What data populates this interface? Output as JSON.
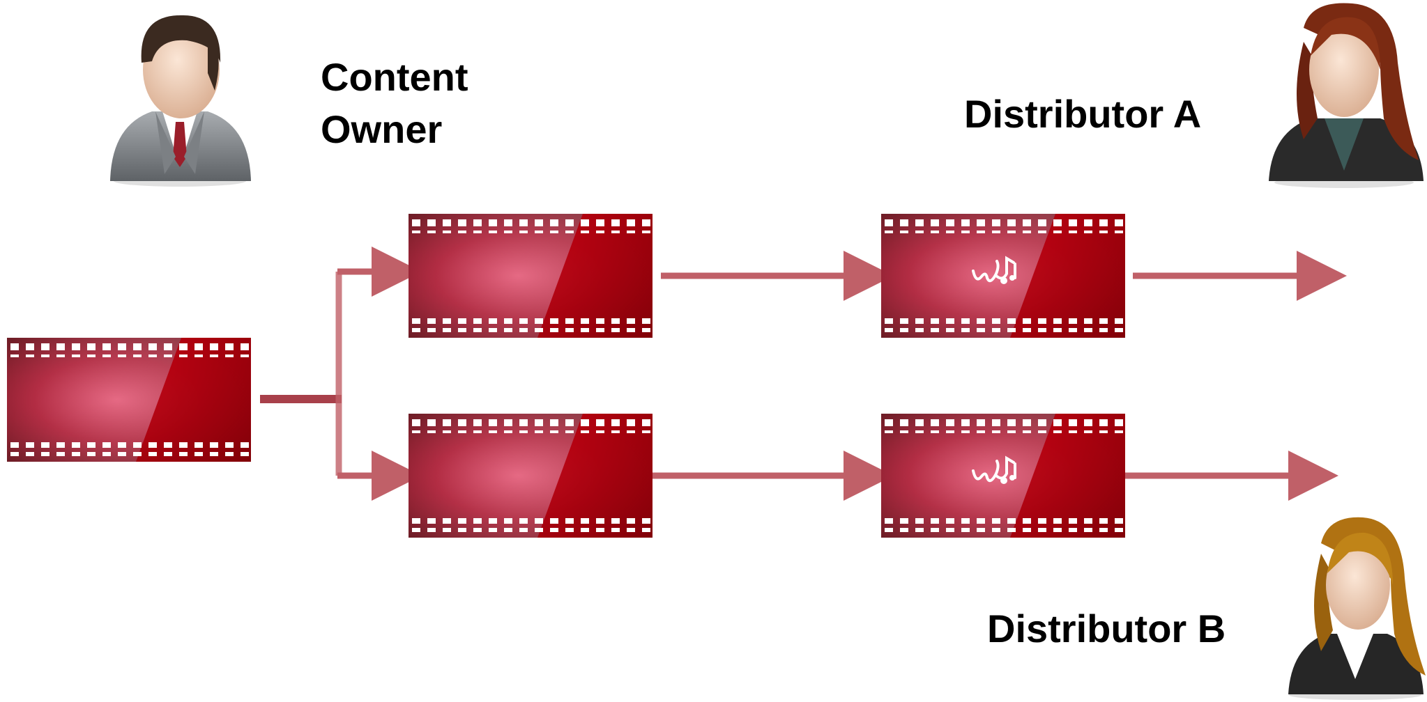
{
  "labels": {
    "content_owner": "Content\nOwner",
    "content_owner_line1": "Content",
    "content_owner_line2": "Owner",
    "distributor_a": "Distributor A",
    "distributor_b": "Distributor B"
  },
  "colors": {
    "film_dark": "#5a0008",
    "film_mid": "#b0000f",
    "film_glow": "#e04a6a",
    "arrow": "#c06068",
    "sprocket": "#ffffff"
  },
  "icons": {
    "owner": "male-user-icon",
    "distributor_a": "female-user-icon",
    "distributor_b": "female-user-icon",
    "film": "film-strip-icon",
    "watermark": "watermark-music-icon"
  }
}
